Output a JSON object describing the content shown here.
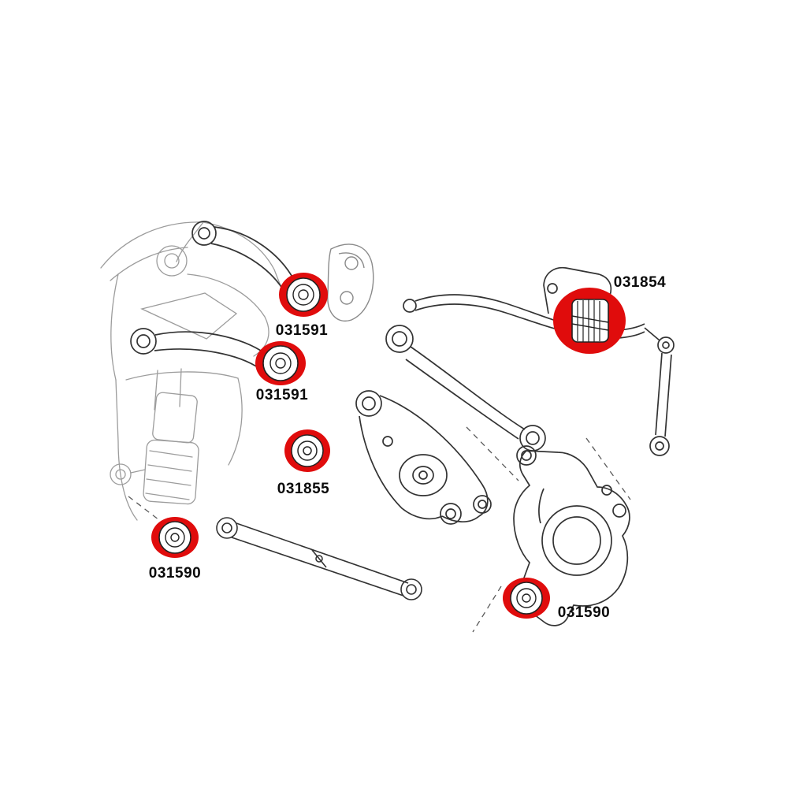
{
  "diagram": {
    "highlight_color": "#e00c0c",
    "line_color": "#333333",
    "sketch_color": "#9c9c9c",
    "background": "#ffffff",
    "labels": [
      {
        "text": "031591"
      },
      {
        "text": "031591"
      },
      {
        "text": "031854"
      },
      {
        "text": "031855"
      },
      {
        "text": "031590"
      },
      {
        "text": "031590"
      }
    ]
  }
}
